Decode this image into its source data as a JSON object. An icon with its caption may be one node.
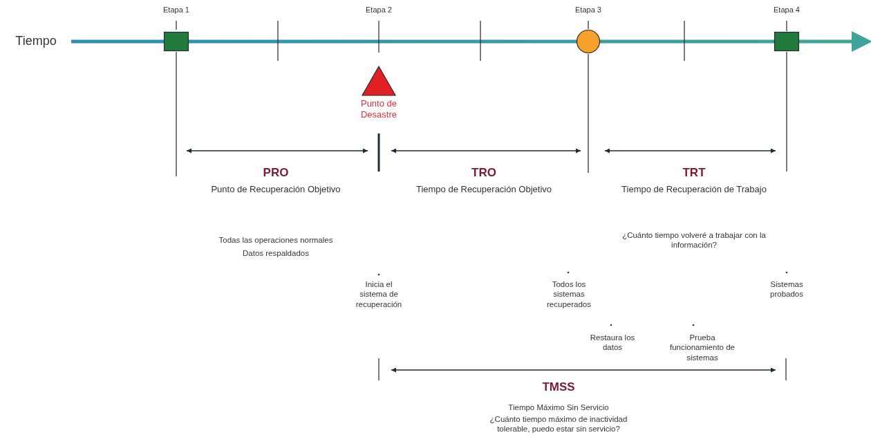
{
  "diagram": {
    "nodes": [
      {
        "text": [],
        "shape": "box",
        "beside": [
          "Etapa 1"
        ]
      },
      {
        "text": [],
        "shape": "triangle",
        "beside": [
          "Punto de Desastre"
        ]
      },
      {
        "text": [],
        "shape": "circle",
        "beside": [
          "Etapa 3"
        ]
      },
      {
        "text": [],
        "shape": "box",
        "beside": [
          "Etapa 4"
        ]
      }
    ],
    "labels": [
      "Etapa 2",
      "Tiempo",
      "PRO",
      "Punto de Recuperación Objetivo",
      "TRO",
      "Tiempo de Recuperación Objetivo",
      "TRT",
      "Tiempo de Recuperación de Trabajo",
      "Todas las operaciones normales",
      "Datos respaldados",
      "¿Cuánto tiempo volveré a trabajar con la información?",
      "Inicia el sistema de recuperación",
      "Todos los sistemas recuperados",
      "Sistemas probados",
      "Restaura los datos",
      "Prueba funcionamiento de sistemas",
      "TMSS",
      "Tiempo Máximo Sin Servicio",
      "¿Cuánto tiempo máximo de inactividad tolerable, puedo estar sin servicio?"
    ]
  }
}
